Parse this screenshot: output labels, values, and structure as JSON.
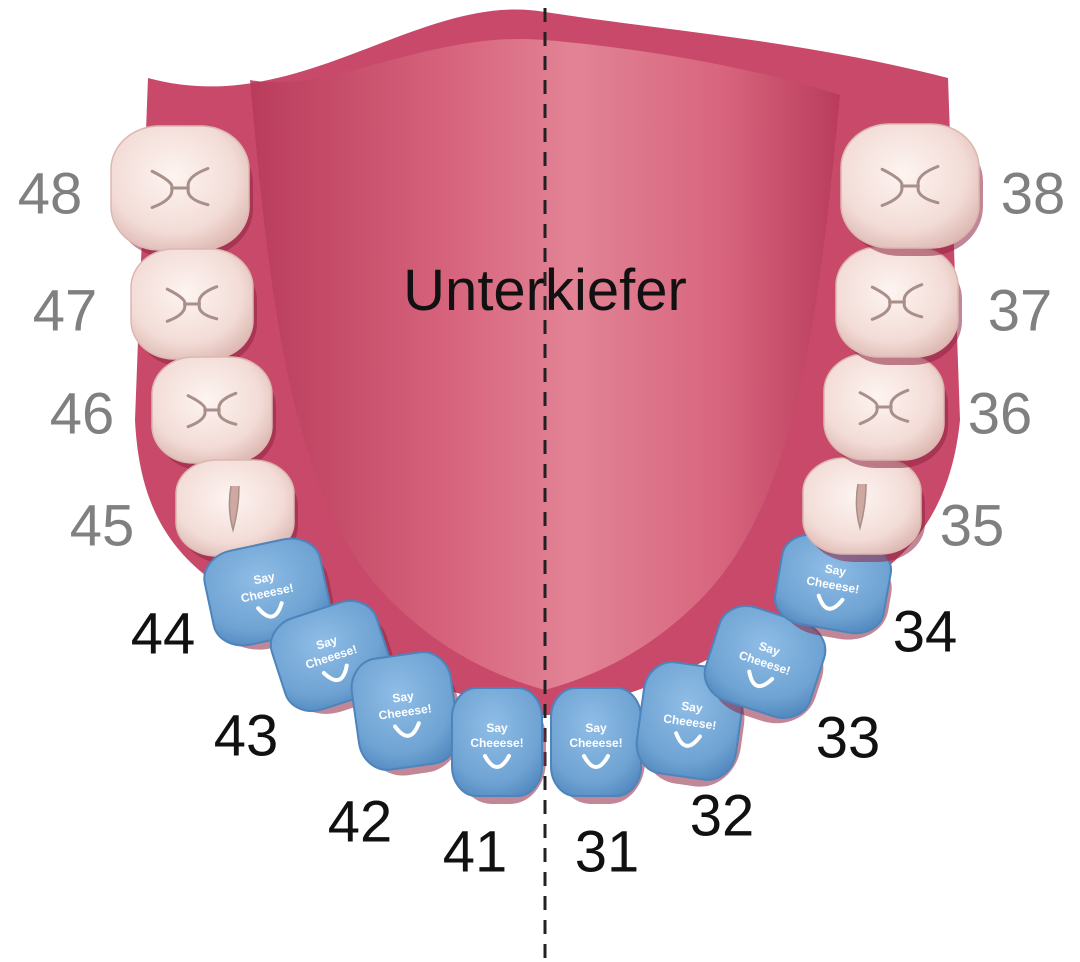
{
  "jaw": {
    "title": "Unterkiefer"
  },
  "badge": {
    "line1": "Say",
    "line2": "Cheeese!"
  },
  "colors": {
    "gum_dark": "#c04463",
    "gum_light": "#e58a9a",
    "tooth": "#f6e3df",
    "tooth_shadow": "#dcb7b1",
    "highlight_tooth": "#6fa3d3",
    "highlight_edge": "#4d84bb",
    "label_gray": "#808080",
    "label_black": "#111111"
  },
  "teeth": [
    {
      "number": "48",
      "type": "molar",
      "highlighted": false
    },
    {
      "number": "47",
      "type": "molar",
      "highlighted": false
    },
    {
      "number": "46",
      "type": "molar",
      "highlighted": false
    },
    {
      "number": "45",
      "type": "premolar",
      "highlighted": false
    },
    {
      "number": "44",
      "type": "front",
      "highlighted": true
    },
    {
      "number": "43",
      "type": "front",
      "highlighted": true
    },
    {
      "number": "42",
      "type": "front",
      "highlighted": true
    },
    {
      "number": "41",
      "type": "front",
      "highlighted": true
    },
    {
      "number": "31",
      "type": "front",
      "highlighted": true
    },
    {
      "number": "32",
      "type": "front",
      "highlighted": true
    },
    {
      "number": "33",
      "type": "front",
      "highlighted": true
    },
    {
      "number": "34",
      "type": "front",
      "highlighted": true
    },
    {
      "number": "35",
      "type": "premolar",
      "highlighted": false
    },
    {
      "number": "36",
      "type": "molar",
      "highlighted": false
    },
    {
      "number": "37",
      "type": "molar",
      "highlighted": false
    },
    {
      "number": "38",
      "type": "molar",
      "highlighted": false
    }
  ]
}
